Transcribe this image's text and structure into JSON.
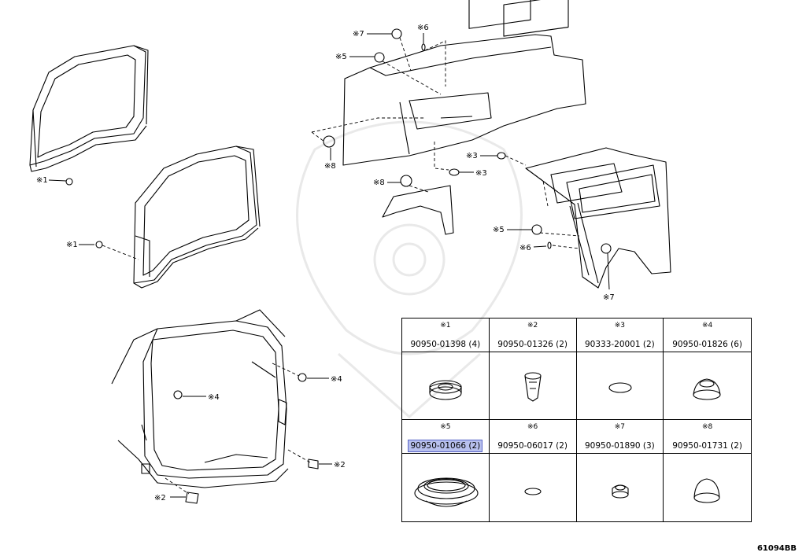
{
  "diagram": {
    "callouts": {
      "k1": "※1",
      "k2": "※2",
      "k3": "※3",
      "k4": "※4",
      "k5": "※5",
      "k6": "※6",
      "k7": "※7",
      "k8": "※8"
    },
    "figure_code": "61094BB"
  },
  "parts_table": {
    "cells": [
      {
        "key": "※1",
        "part_number": "90950-01398 (4)",
        "icon": "round-grommet-icon",
        "selected": false
      },
      {
        "key": "※2",
        "part_number": "90950-01326 (2)",
        "icon": "push-clip-icon",
        "selected": false
      },
      {
        "key": "※3",
        "part_number": "90333-20001 (2)",
        "icon": "flat-oval-plug-icon",
        "selected": false
      },
      {
        "key": "※4",
        "part_number": "90950-01826 (6)",
        "icon": "dome-grommet-icon",
        "selected": false
      },
      {
        "key": "※5",
        "part_number": "90950-01066 (2)",
        "icon": "large-ring-grommet-icon",
        "selected": true
      },
      {
        "key": "※6",
        "part_number": "90950-06017 (2)",
        "icon": "small-oval-plug-icon",
        "selected": false
      },
      {
        "key": "※7",
        "part_number": "90950-01890 (3)",
        "icon": "small-grommet-icon",
        "selected": false
      },
      {
        "key": "※8",
        "part_number": "90950-01731 (2)",
        "icon": "domed-plug-icon",
        "selected": false
      }
    ],
    "highlight_color": "#b8c0ee"
  }
}
